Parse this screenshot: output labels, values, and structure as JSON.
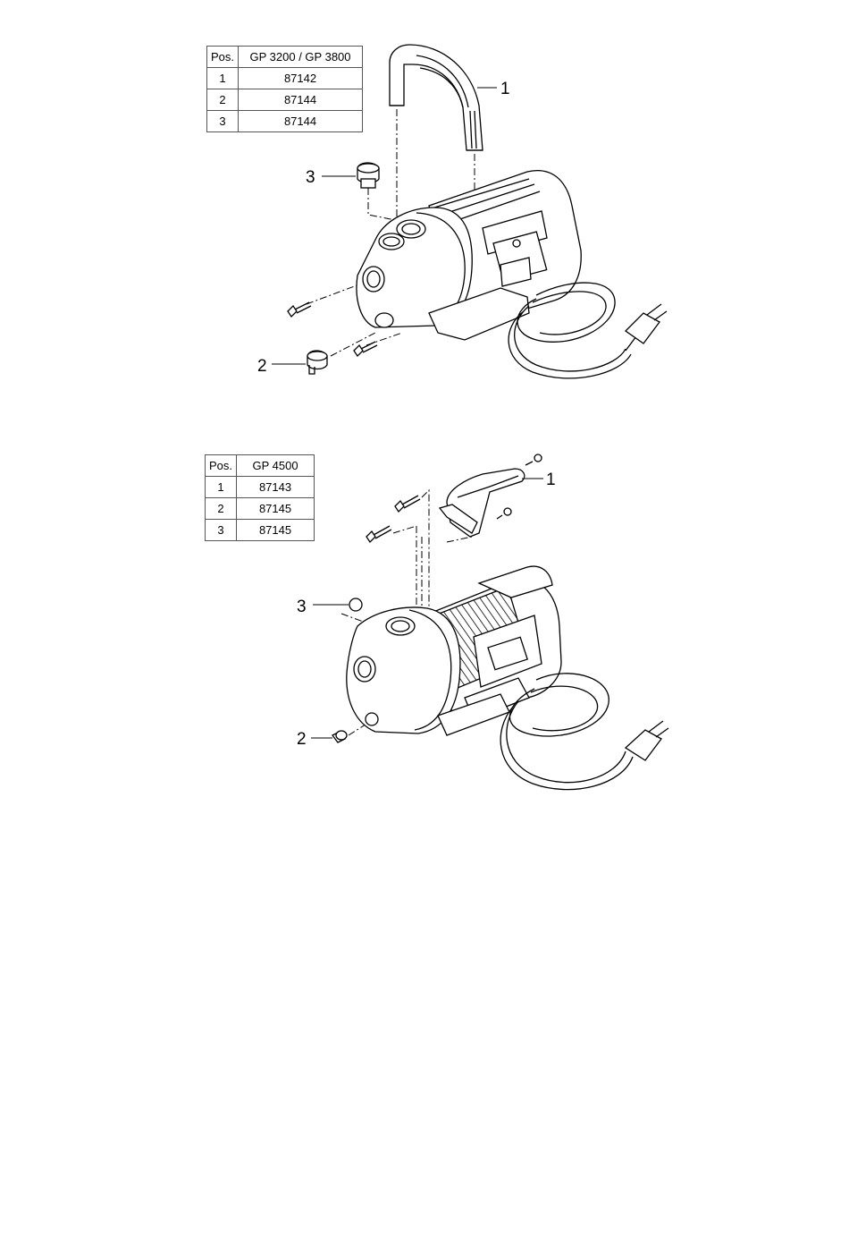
{
  "table1": {
    "headers": [
      "Pos.",
      "GP 3200 / GP 3800"
    ],
    "rows": [
      [
        "1",
        "87142"
      ],
      [
        "2",
        "87144"
      ],
      [
        "3",
        "87144"
      ]
    ]
  },
  "table2": {
    "headers": [
      "Pos.",
      "GP 4500"
    ],
    "rows": [
      [
        "1",
        "87143"
      ],
      [
        "2",
        "87145"
      ],
      [
        "3",
        "87145"
      ]
    ]
  },
  "diagram1": {
    "callouts": [
      "1",
      "2",
      "3"
    ]
  },
  "diagram2": {
    "callouts": [
      "1",
      "2",
      "3"
    ]
  }
}
